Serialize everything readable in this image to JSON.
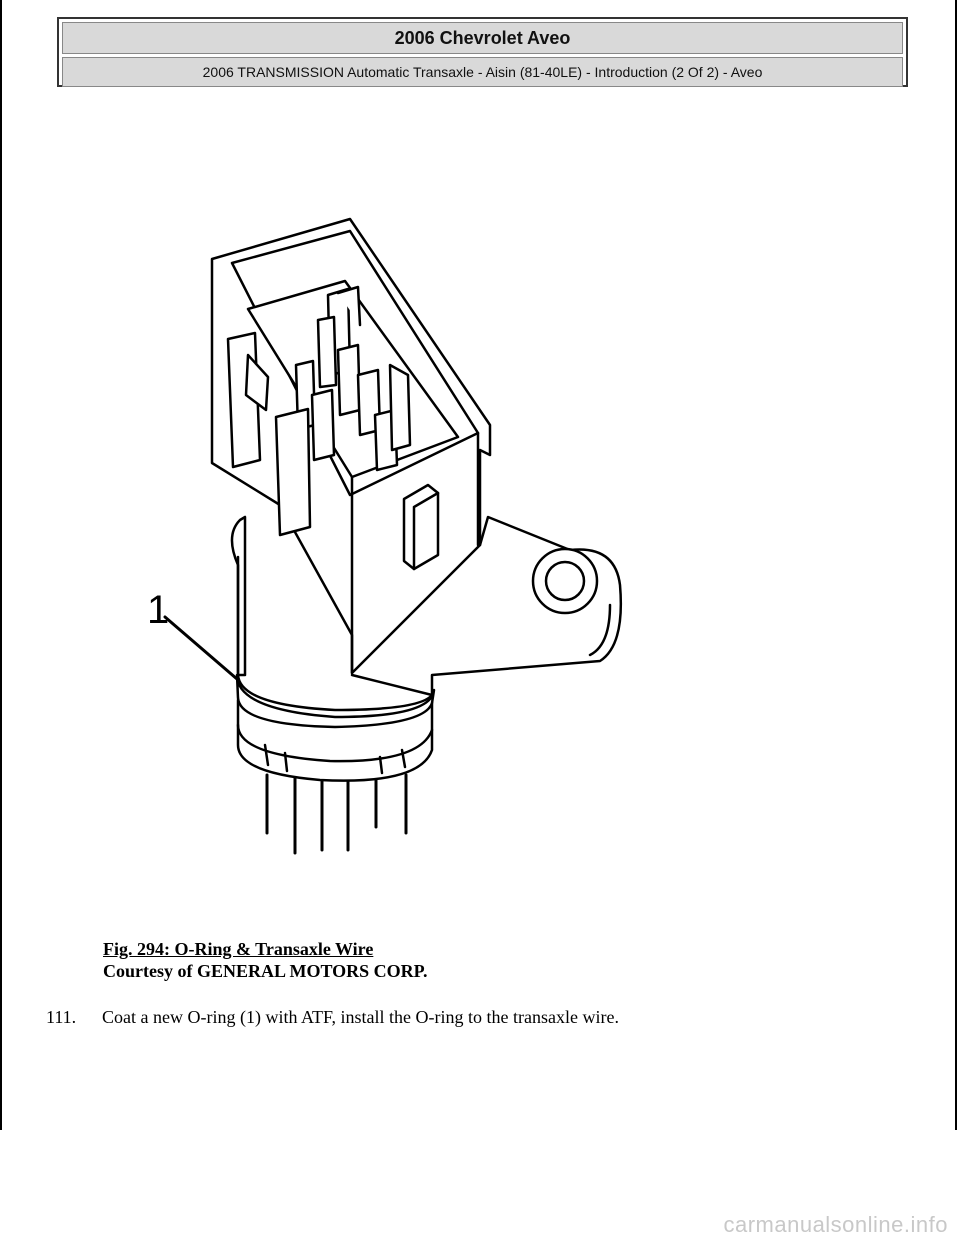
{
  "header": {
    "title": "2006 Chevrolet Aveo",
    "subtitle": "2006 TRANSMISSION Automatic Transaxle - Aisin (81-40LE) - Introduction (2 Of 2) - Aveo"
  },
  "figure": {
    "callout_label": "1",
    "caption_title": "Fig. 294: O-Ring & Transaxle Wire",
    "caption_credit": "Courtesy of GENERAL MOTORS CORP."
  },
  "steps": [
    {
      "number": "111.",
      "text": "Coat a new O-ring (1) with ATF, install the O-ring to the transaxle wire."
    }
  ],
  "watermark": "carmanualsonline.info"
}
